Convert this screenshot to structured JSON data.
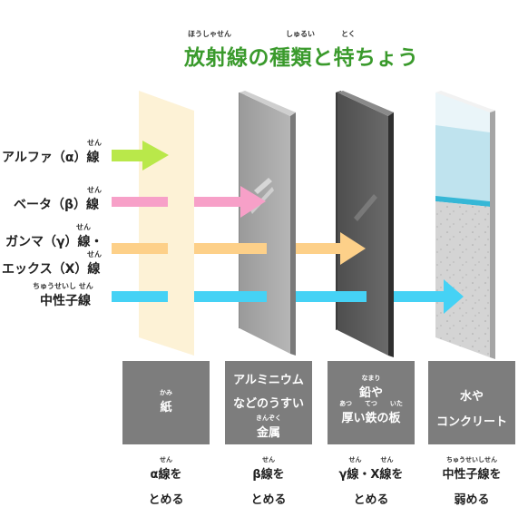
{
  "title": {
    "text": "放射線の種類と特ちょう",
    "ruby": [
      "ほうしゃせん",
      "しゅるい",
      "とく"
    ]
  },
  "rays": [
    {
      "label": "アルファ（α）線",
      "ruby": "せん",
      "color": "#b9e84a"
    },
    {
      "label": "ベータ（β）線",
      "ruby": "せん",
      "color": "#f7a0c8"
    },
    {
      "label": "ガンマ（γ）線・",
      "ruby": "せん",
      "color": "#fdd089"
    },
    {
      "label": "エックス（X）線",
      "ruby": "せん",
      "color": "#fdd089"
    },
    {
      "label": "中性子線",
      "ruby": "ちゅうせいし せん",
      "color": "#45d2f5"
    }
  ],
  "materials": [
    {
      "lines": [
        "紙"
      ],
      "ruby": [
        "かみ"
      ]
    },
    {
      "lines": [
        "アルミニウム",
        "などのうすい",
        "金属"
      ],
      "ruby": [
        "きんぞく"
      ]
    },
    {
      "lines": [
        "鉛や",
        "厚い鉄の板"
      ],
      "ruby": [
        "なまり",
        "あつ　　てつ　　いた"
      ]
    },
    {
      "lines": [
        "水や",
        "コンクリート"
      ],
      "ruby": []
    }
  ],
  "effects": [
    {
      "line1": "α線を",
      "line2": "とめる",
      "ruby": "せん"
    },
    {
      "line1": "β線を",
      "line2": "とめる",
      "ruby": "せん"
    },
    {
      "line1": "γ線・X線を",
      "line2": "とめる",
      "ruby": "せん　　　せん"
    },
    {
      "line1": "中性子線を",
      "line2": "弱める",
      "ruby": "ちゅうせいしせん"
    }
  ]
}
